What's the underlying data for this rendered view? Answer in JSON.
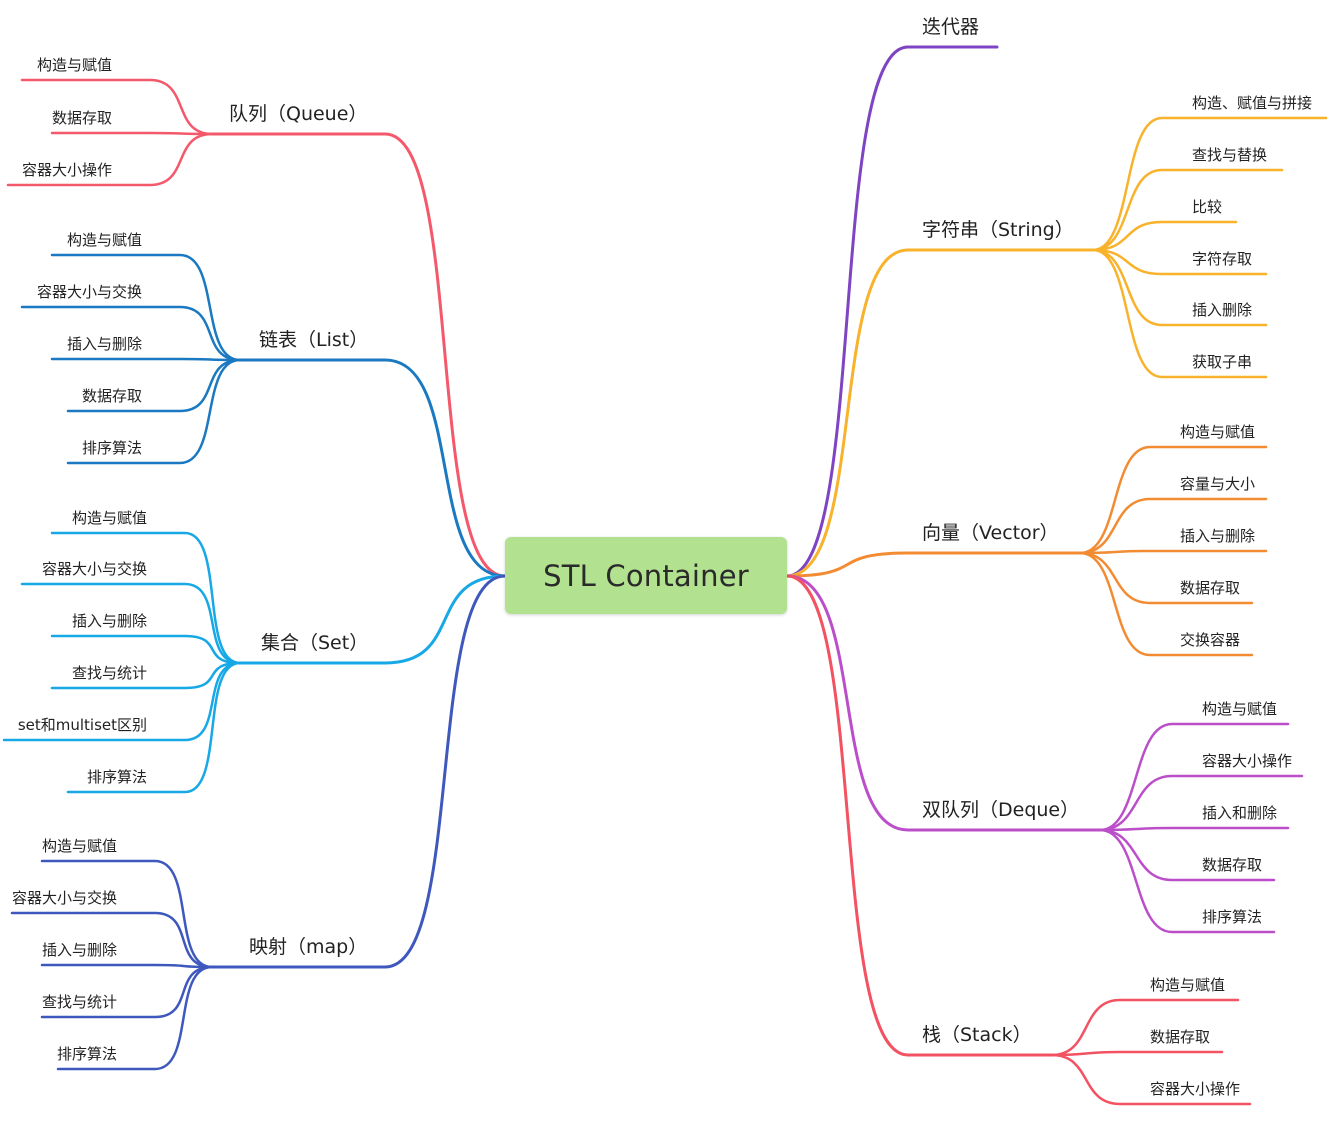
{
  "center": {
    "title": "STL Container",
    "color": "#b2e28f"
  },
  "branches": [
    {
      "label": "迭代器",
      "color": "#7e44c3",
      "children": []
    },
    {
      "label": "字符串（String）",
      "color": "#f8b22b",
      "children": [
        "构造、赋值与拼接",
        "查找与替换",
        "比较",
        "字符存取",
        "插入删除",
        "获取子串"
      ]
    },
    {
      "label": "向量（Vector）",
      "color": "#f28b32",
      "children": [
        "构造与赋值",
        "容量与大小",
        "插入与删除",
        "数据存取",
        "交换容器"
      ]
    },
    {
      "label": "双队列（Deque）",
      "color": "#bb4fc9",
      "children": [
        "构造与赋值",
        "容器大小操作",
        "插入和删除",
        "数据存取",
        "排序算法"
      ]
    },
    {
      "label": "栈（Stack）",
      "color": "#f25261",
      "children": [
        "构造与赋值",
        "数据存取",
        "容器大小操作"
      ]
    },
    {
      "label": "队列（Queue）",
      "color": "#f3596b",
      "children": [
        "构造与赋值",
        "数据存取",
        "容器大小操作"
      ]
    },
    {
      "label": "链表（List）",
      "color": "#1b79c1",
      "children": [
        "构造与赋值",
        "容器大小与交换",
        "插入与删除",
        "数据存取",
        "排序算法"
      ]
    },
    {
      "label": "集合（Set）",
      "color": "#17a8e6",
      "children": [
        "构造与赋值",
        "容器大小与交换",
        "插入与删除",
        "查找与统计",
        "set和multiset区别",
        "排序算法"
      ]
    },
    {
      "label": "映射（map）",
      "color": "#3e58bd",
      "children": [
        "构造与赋值",
        "容器大小与交换",
        "插入与删除",
        "查找与统计",
        "排序算法"
      ]
    }
  ]
}
